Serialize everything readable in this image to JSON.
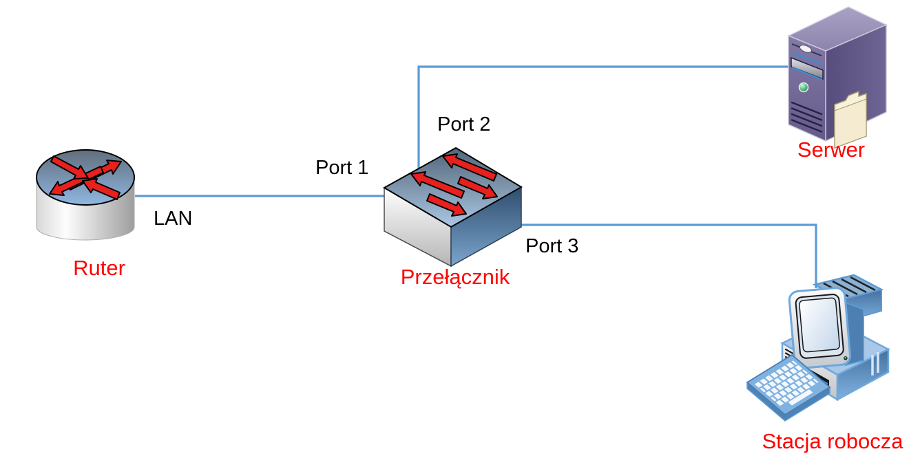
{
  "diagram": {
    "type": "network-topology",
    "background": "#FFFFFF",
    "colors": {
      "connection": "#5B9BD5",
      "device_label": "#FF0000",
      "link_label": "#000000",
      "arrow_red": "#E8201E"
    },
    "nodes": [
      {
        "id": "router",
        "label": "Ruter",
        "device": "router"
      },
      {
        "id": "switch",
        "label": "Przełącznik",
        "device": "switch"
      },
      {
        "id": "server",
        "label": "Serwer",
        "device": "server"
      },
      {
        "id": "workstation",
        "label": "Stacja robocza",
        "device": "workstation"
      }
    ],
    "links": [
      {
        "from": "router",
        "to": "switch",
        "labels": [
          "LAN",
          "Port 1"
        ]
      },
      {
        "from": "switch",
        "to": "server",
        "labels": [
          "Port 2"
        ]
      },
      {
        "from": "switch",
        "to": "workstation",
        "labels": [
          "Port 3"
        ]
      }
    ],
    "labels": {
      "router": "Ruter",
      "switch": "Przełącznik",
      "server": "Serwer",
      "workstation": "Stacja robocza",
      "lan": "LAN",
      "port1": "Port 1",
      "port2": "Port 2",
      "port3": "Port 3"
    }
  }
}
